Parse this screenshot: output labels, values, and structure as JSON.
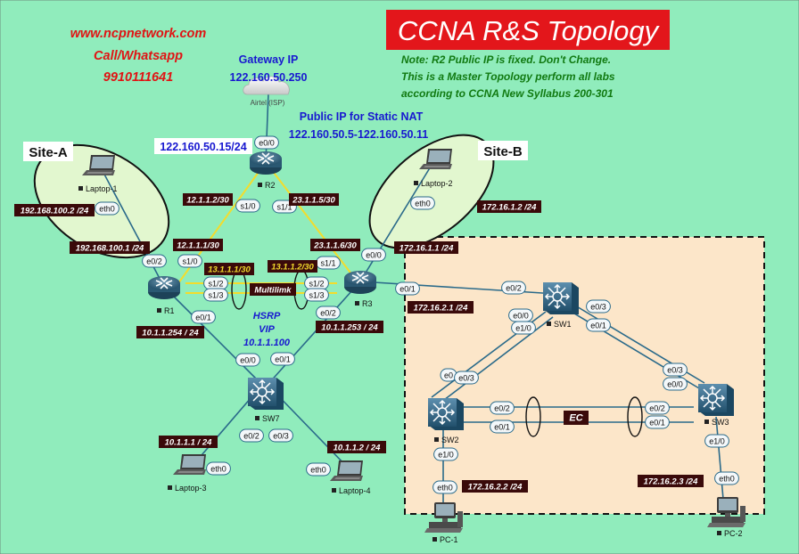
{
  "header": {
    "website": "www.ncpnetwork.com",
    "call": "Call/Whatsapp",
    "phone": "9910111641",
    "title": "CCNA R&S Topology",
    "note_lines": [
      "Note: R2 Public IP is fixed. Don't Change.",
      "This is a Master Topology perform all labs",
      "according to CCNA New Syllabus 200-301"
    ]
  },
  "isp": {
    "gateway_label": "Gateway IP",
    "gateway_ip": "122.160.50.250",
    "name": "Airtel (ISP)",
    "public_ip_label": "Public IP  for Static NAT",
    "public_ip_range": "122.160.50.5-122.160.50.11"
  },
  "sites": {
    "a": "Site-A",
    "b": "Site-B"
  },
  "devices": {
    "r1": "R1",
    "r2": "R2",
    "r3": "R3",
    "sw1": "SW1",
    "sw2": "SW2",
    "sw3": "SW3",
    "sw7": "SW7",
    "laptop1": "Laptop-1",
    "laptop2": "Laptop-2",
    "laptop3": "Laptop-3",
    "laptop4": "Laptop-4",
    "pc1": "PC-1",
    "pc2": "PC-2"
  },
  "interfaces": {
    "r2_e00": "e0/0",
    "r2_s10": "s1/0",
    "r2_s11": "s1/1",
    "lap1_eth0": "eth0",
    "r1_e02": "e0/2",
    "r1_s10": "s1/0",
    "r1_s12": "s1/2",
    "r1_s13": "s1/3",
    "r1_e01": "e0/1",
    "lap2_eth0": "eth0",
    "r3_e00": "e0/0",
    "r3_s11": "s1/1",
    "r3_s12": "s1/2",
    "r3_s13": "s1/3",
    "r3_e01": "e0/1",
    "r3_e02": "e0/2",
    "sw7_e00": "e0/0",
    "sw7_e01": "e0/1",
    "sw7_e02": "e0/2",
    "sw7_e03": "e0/3",
    "lap3_eth0": "eth0",
    "lap4_eth0": "eth0",
    "sw1_e02": "e0/2",
    "sw1_e00": "e0/0",
    "sw1_e10": "e1/0",
    "sw1_e03": "e0/3",
    "sw1_e01": "e0/1",
    "sw2_e0": "e0",
    "sw2_e03": "e0/3",
    "sw2_e02": "e0/2",
    "sw2_e01": "e0/1",
    "sw2_e10": "e1/0",
    "sw3_e03": "e0/3",
    "sw3_e00": "e0/0",
    "sw3_e02": "e0/2",
    "sw3_e01": "e0/1",
    "sw3_e10": "e1/0",
    "pc1_eth0": "eth0",
    "pc2_eth0": "eth0"
  },
  "addresses": {
    "r2_public": "122.160.50.15/24",
    "r2_s10": "12.1.1.2/30",
    "r2_s11": "23.1.1.5/30",
    "lap1": "192.168.100.2 /24",
    "r1_e02": "192.168.100.1 /24",
    "r1_s10": "12.1.1.1/30",
    "r1_multi": "13.1.1.1/30",
    "r3_multi": "13.1.1.2/30",
    "r3_s11": "23.1.1.6/30",
    "lap2": "172.16.1.2 /24",
    "r3_e00": "172.16.1.1 /24",
    "r3_e01": "172.16.2.1 /24",
    "r1_e01": "10.1.1.254 / 24",
    "r3_e02": "10.1.1.253 / 24",
    "lap3": "10.1.1.1 / 24",
    "lap4": "10.1.1.2 / 24",
    "pc1": "172.16.2.2 /24",
    "pc2": "172.16.2.3 /24"
  },
  "labels": {
    "multilink": "Multilimk",
    "hsrp": "HSRP",
    "vip": "VIP",
    "vip_ip": "10.1.1.100",
    "ec": "EC"
  },
  "colors": {
    "background": "#90ecbc",
    "site_fill": "#e2f7cf",
    "lan_box_fill": "#fce6c9",
    "title_bg": "#e3161b",
    "red_text": "#e01414",
    "blue_text": "#1818d0",
    "note_green": "#117a11",
    "tag_bg": "#3a0a0a",
    "serial_line": "#f3dc2c",
    "eth_line": "#2a6a8a",
    "device_blue": "#2f6c8e"
  },
  "icons": {
    "router": "router-icon",
    "switch": "multilayer-switch-icon",
    "laptop": "laptop-icon",
    "pc": "desktop-pc-icon",
    "cloud": "cloud-icon"
  }
}
